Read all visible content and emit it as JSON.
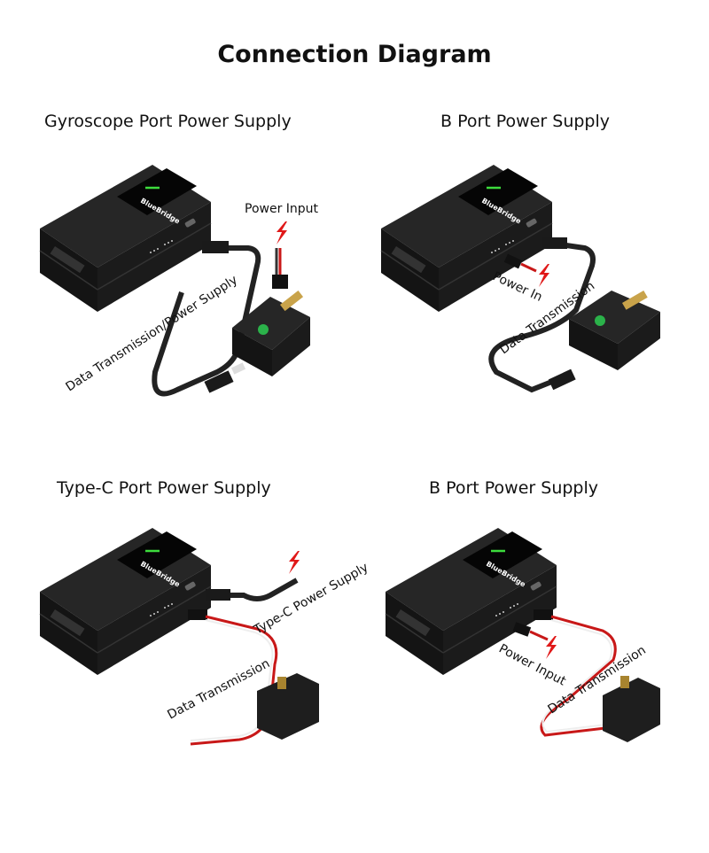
{
  "title": "Connection Diagram",
  "brand": "BlueBridge",
  "panels": [
    {
      "title": "Gyroscope Port Power Supply",
      "labels": {
        "power": "Power Input",
        "data": "Data Transmission/Power Supply"
      }
    },
    {
      "title": "B Port Power Supply",
      "labels": {
        "power": "Power In",
        "data": "Data Transmission"
      }
    },
    {
      "title": "Type-C Port Power Supply",
      "labels": {
        "power": "Type-C Power Supply",
        "data": "Data Transmission"
      }
    },
    {
      "title": "B Port Power Supply",
      "labels": {
        "power": "Power Input",
        "data": "Data Transmission"
      }
    }
  ],
  "colors": {
    "device": "#1e1e1e",
    "led": "#3ddc3d",
    "bolt": "#e01818",
    "wire_red": "#c81818"
  }
}
